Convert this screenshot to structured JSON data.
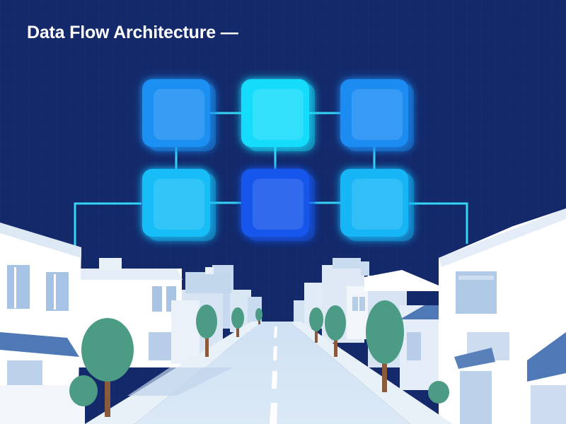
{
  "title": "Data Flow Architecture —",
  "diagram": {
    "nodes": [
      {
        "id": "node-1",
        "row": 1,
        "col": 1,
        "color": "#1e8ff2"
      },
      {
        "id": "node-2",
        "row": 1,
        "col": 2,
        "color": "#12dcfb"
      },
      {
        "id": "node-3",
        "row": 1,
        "col": 3,
        "color": "#1a8cf3"
      },
      {
        "id": "node-4",
        "row": 2,
        "col": 1,
        "color": "#18bdf7"
      },
      {
        "id": "node-5",
        "row": 2,
        "col": 2,
        "color": "#1356ec"
      },
      {
        "id": "node-6",
        "row": 2,
        "col": 3,
        "color": "#19b6f6"
      }
    ],
    "connections": [
      [
        "node-1",
        "node-2"
      ],
      [
        "node-2",
        "node-3"
      ],
      [
        "node-1",
        "node-4"
      ],
      [
        "node-2",
        "node-5"
      ],
      [
        "node-3",
        "node-6"
      ],
      [
        "node-4",
        "node-5"
      ],
      [
        "node-5",
        "node-6"
      ]
    ],
    "line_color": "#36d5f7"
  },
  "scene": {
    "sky_color": "#13296a",
    "description_icon": "street-scene-illustration"
  }
}
